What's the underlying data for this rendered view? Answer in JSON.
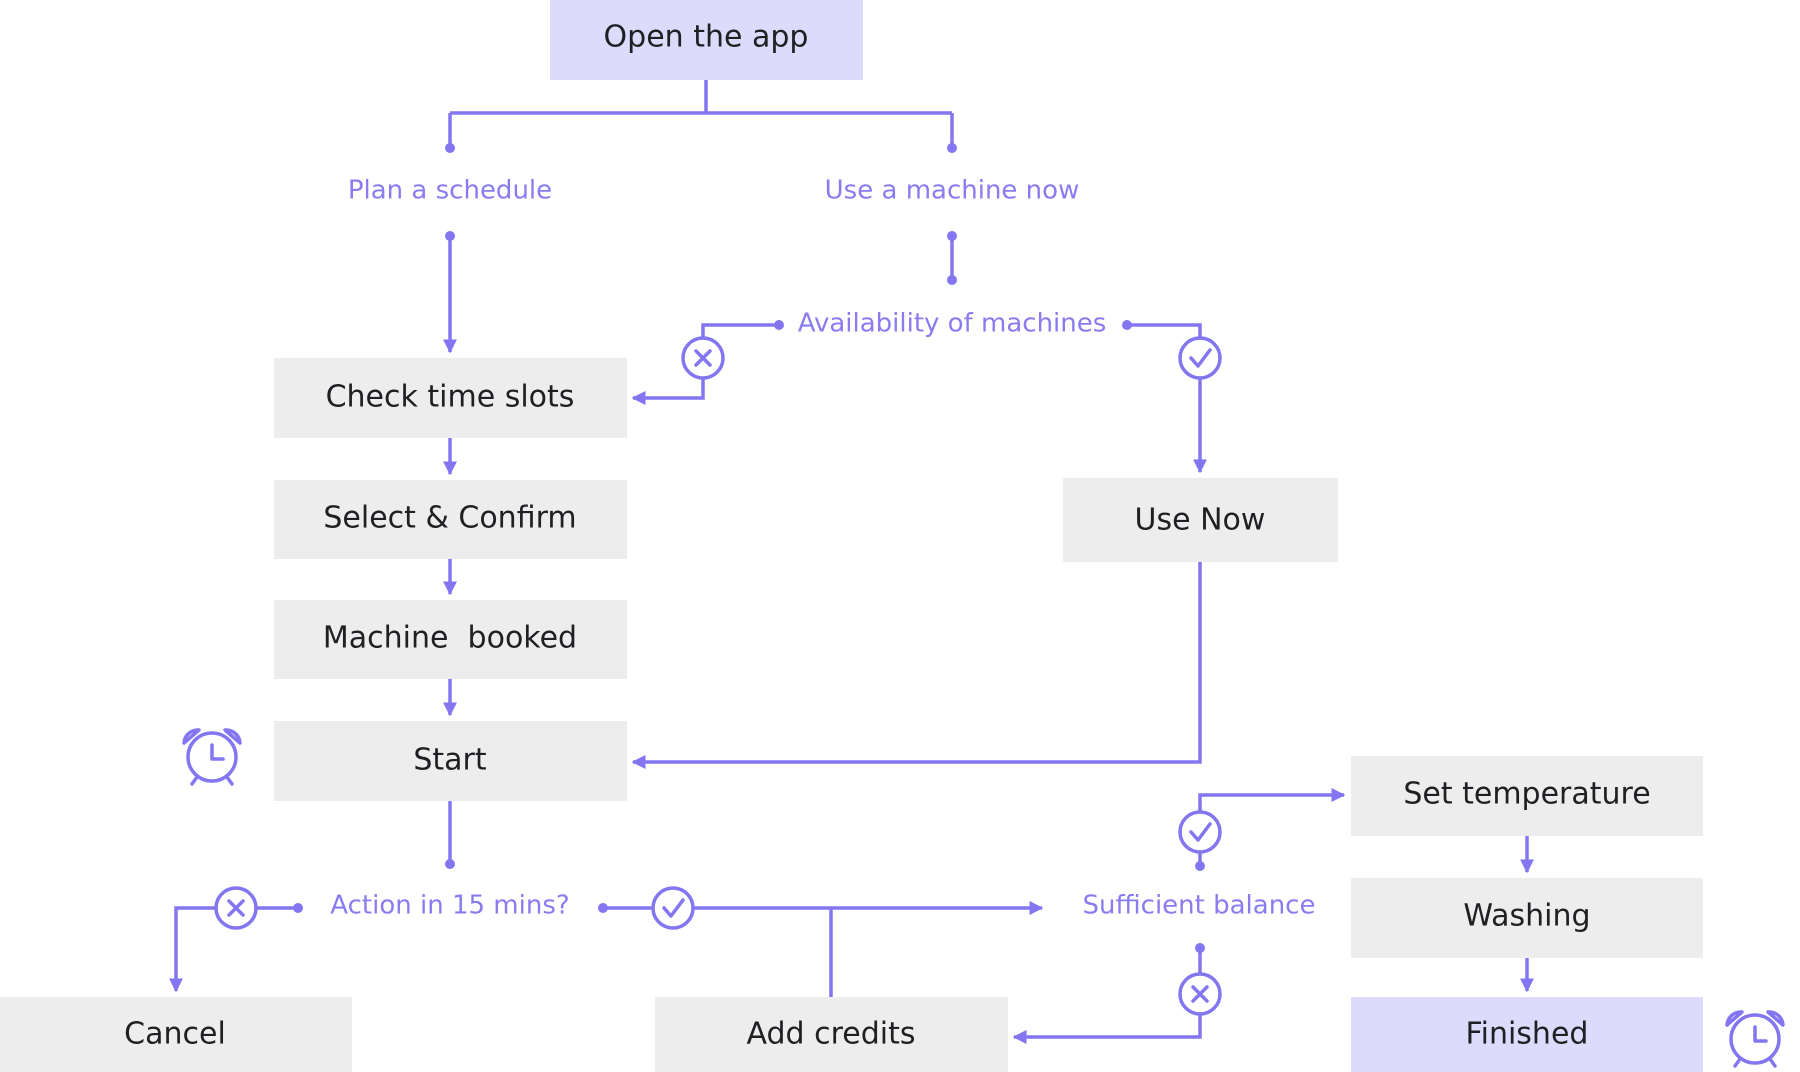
{
  "colors": {
    "accent": "#8476f0",
    "label": "#8a7cf0",
    "box": "#ededed",
    "box_highlight": "#dcdbfb",
    "text": "#1f1f24"
  },
  "nodes": {
    "open_app": "Open the app",
    "plan_schedule": "Plan a schedule",
    "use_machine_now": "Use a machine now",
    "availability": "Availability of machines",
    "check_time_slots": "Check time slots",
    "select_confirm": "Select & Confirm",
    "machine_booked": "Machine  booked",
    "use_now": "Use Now",
    "start": "Start",
    "set_temperature": "Set temperature",
    "action_15": "Action in 15 mins?",
    "sufficient_balance": "Sufficient balance",
    "washing": "Washing",
    "cancel": "Cancel",
    "add_credits": "Add credits",
    "finished": "Finished"
  },
  "icons": {
    "yes": "check-circle-icon",
    "no": "x-circle-icon",
    "timer": "alarm-clock-icon"
  }
}
